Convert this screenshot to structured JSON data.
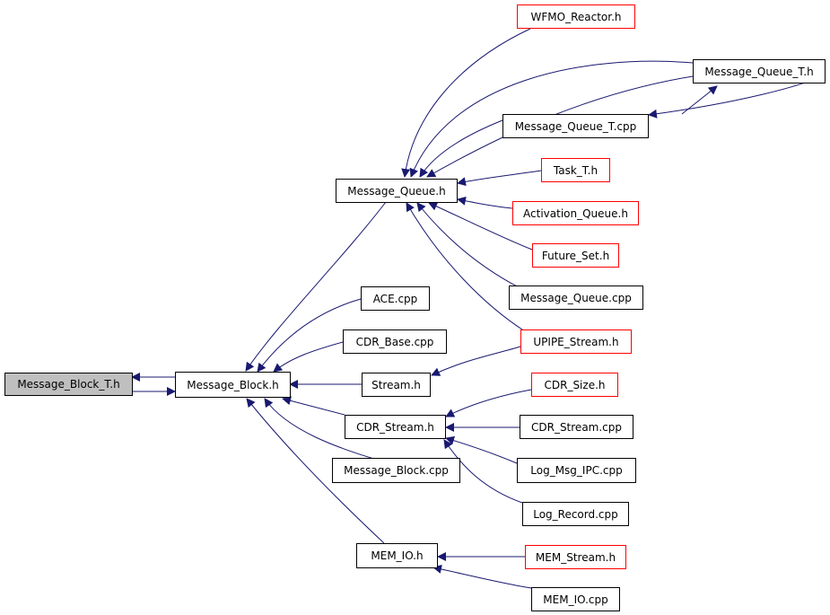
{
  "diagram": {
    "colors": {
      "edge": "#191970",
      "node_border": "#000000",
      "undocumented_border": "#ff0000",
      "selected_fill": "#bfbfbf"
    },
    "nodes": {
      "message_block_t_h": {
        "label": "Message_Block_T.h"
      },
      "message_block_h": {
        "label": "Message_Block.h"
      },
      "message_queue_h": {
        "label": "Message_Queue.h"
      },
      "wfmo_reactor_h": {
        "label": "WFMO_Reactor.h"
      },
      "message_queue_t_h": {
        "label": "Message_Queue_T.h"
      },
      "message_queue_t_cpp": {
        "label": "Message_Queue_T.cpp"
      },
      "task_t_h": {
        "label": "Task_T.h"
      },
      "activation_queue_h": {
        "label": "Activation_Queue.h"
      },
      "future_set_h": {
        "label": "Future_Set.h"
      },
      "message_queue_cpp": {
        "label": "Message_Queue.cpp"
      },
      "upipe_stream_h": {
        "label": "UPIPE_Stream.h"
      },
      "ace_cpp": {
        "label": "ACE.cpp"
      },
      "cdr_base_cpp": {
        "label": "CDR_Base.cpp"
      },
      "stream_h": {
        "label": "Stream.h"
      },
      "cdr_size_h": {
        "label": "CDR_Size.h"
      },
      "cdr_stream_h": {
        "label": "CDR_Stream.h"
      },
      "cdr_stream_cpp": {
        "label": "CDR_Stream.cpp"
      },
      "message_block_cpp": {
        "label": "Message_Block.cpp"
      },
      "log_msg_ipc_cpp": {
        "label": "Log_Msg_IPC.cpp"
      },
      "log_record_cpp": {
        "label": "Log_Record.cpp"
      },
      "mem_io_h": {
        "label": "MEM_IO.h"
      },
      "mem_stream_h": {
        "label": "MEM_Stream.h"
      },
      "mem_io_cpp": {
        "label": "MEM_IO.cpp"
      }
    }
  }
}
